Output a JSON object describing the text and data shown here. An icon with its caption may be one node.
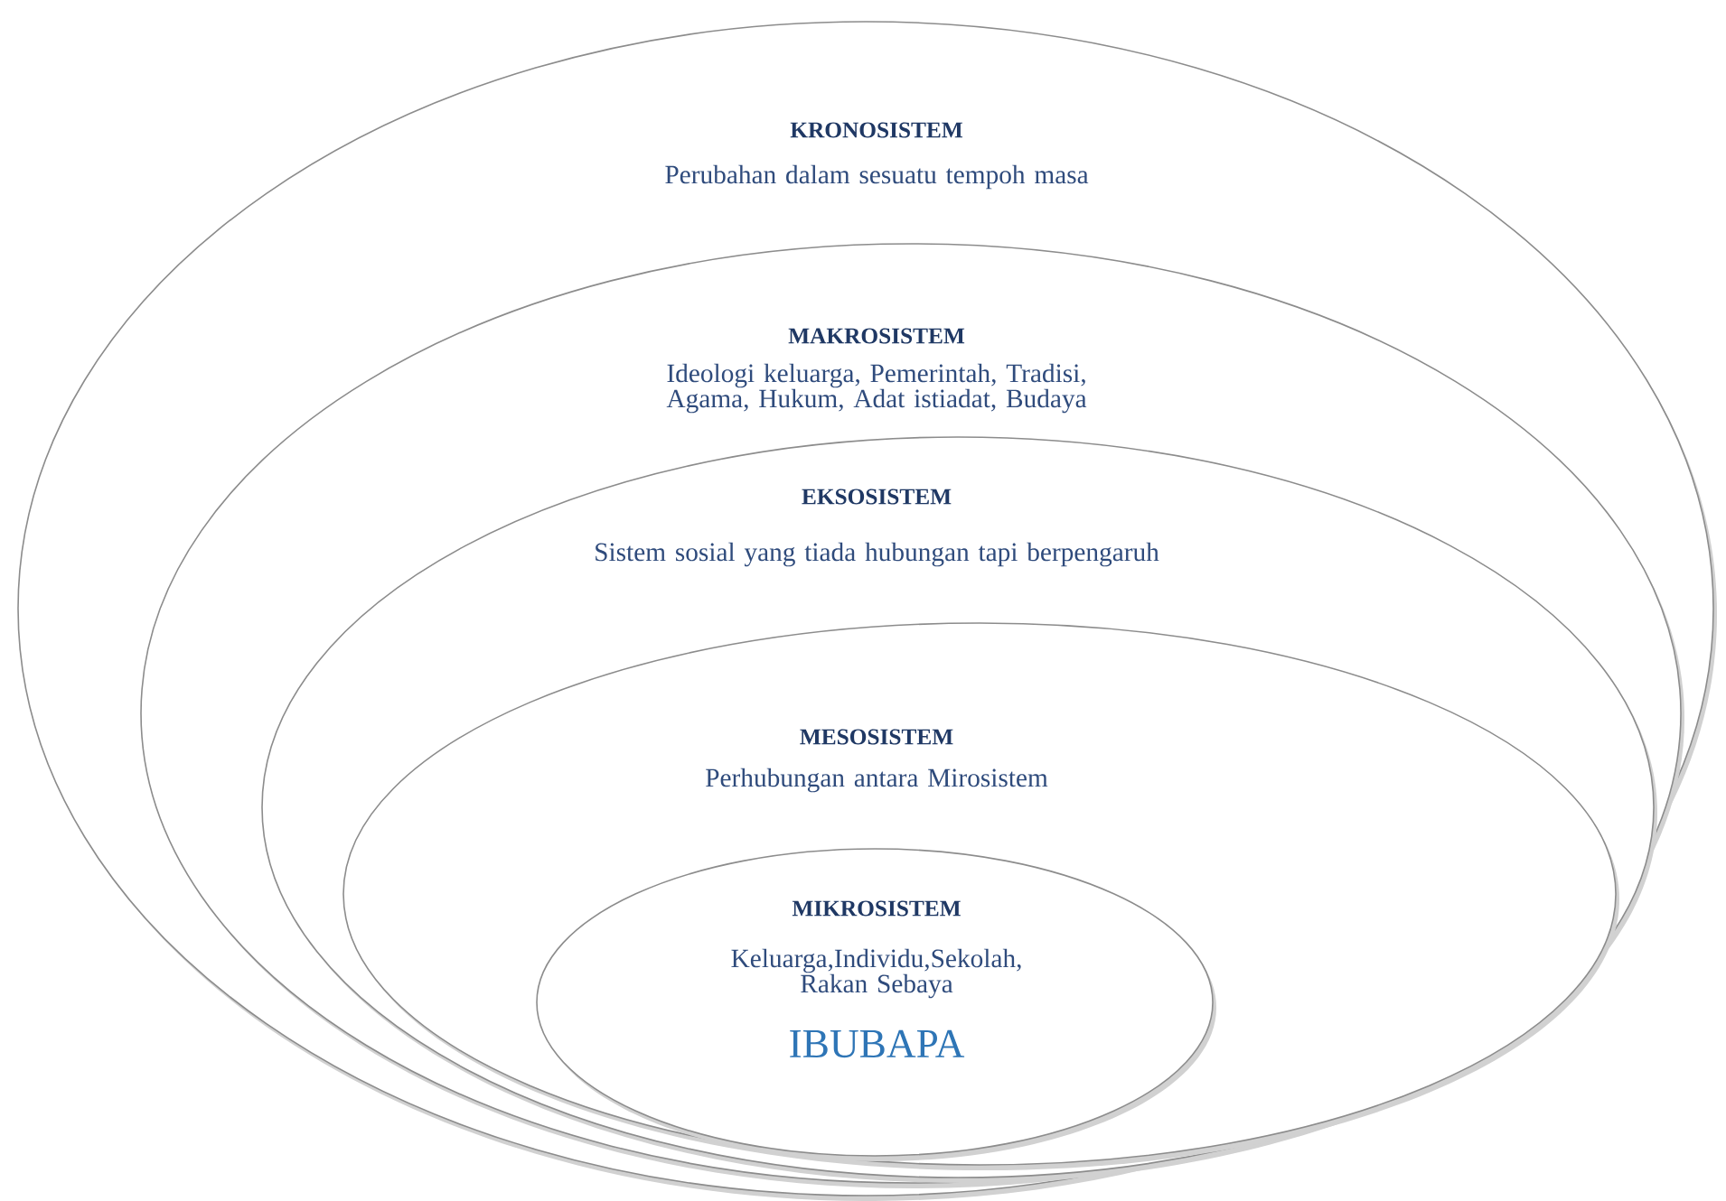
{
  "diagram": {
    "nodes": [
      {
        "text": [
          "KRONOSISTEM",
          "Perubahan dalam sesuatu tempoh masa"
        ]
      },
      {
        "text": [
          "MAKROSISTEM",
          "Ideologi keluarga, Pemerintah, Tradisi, Agama, Hukum, Adat istiadat, Budaya"
        ],
        "in": 0
      },
      {
        "text": [
          "EKSOSISTEM",
          "Sistem sosial yang tiada hubungan tapi berpengaruh"
        ],
        "in": 1
      },
      {
        "text": [
          "MESOSISTEM",
          "Perhubungan antara Mirosistem"
        ],
        "in": 2
      },
      {
        "text": [
          "MIKROSISTEM",
          "Keluarga,Individu,Sekolah, Rakan Sebaya",
          "IBUBAPA"
        ],
        "in": 3
      }
    ]
  }
}
